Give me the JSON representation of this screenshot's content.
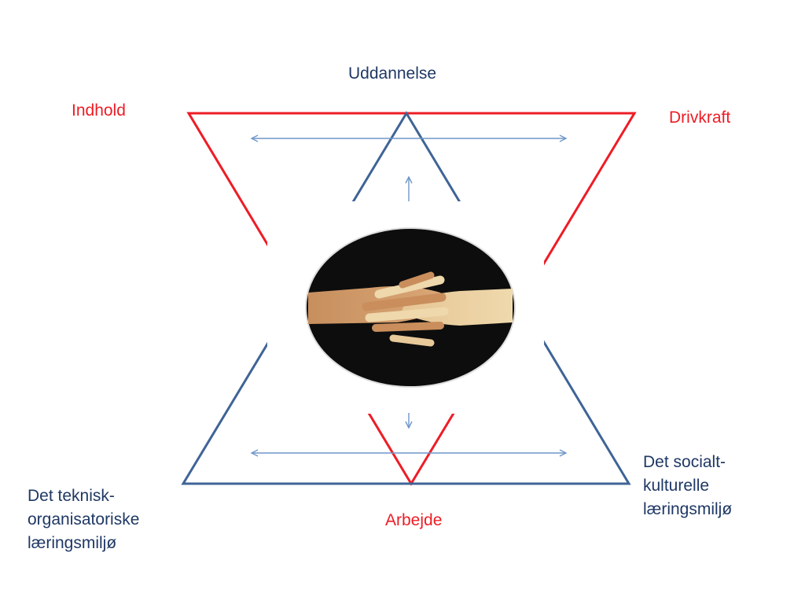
{
  "colors": {
    "red_triangle": "#ee1c25",
    "blue_triangle": "#3f6496",
    "arrows": "#6f97c9",
    "label_blue": "#1f3864",
    "label_red": "#ee1c25",
    "photo_background": "#0d0d0d",
    "photo_hands": "#d9a777"
  },
  "labels": {
    "top": "Uddannelse",
    "top_left": "Indhold",
    "top_right": "Drivkraft",
    "bottom": "Arbejde",
    "bottom_left": [
      "Det teknisk-",
      "organisatoriske",
      "læringsmiljø"
    ],
    "bottom_right": [
      "Det socialt-",
      "kulturelle",
      "læringsmiljø"
    ]
  },
  "center_image": {
    "icon": "clasped-hands-photo"
  }
}
